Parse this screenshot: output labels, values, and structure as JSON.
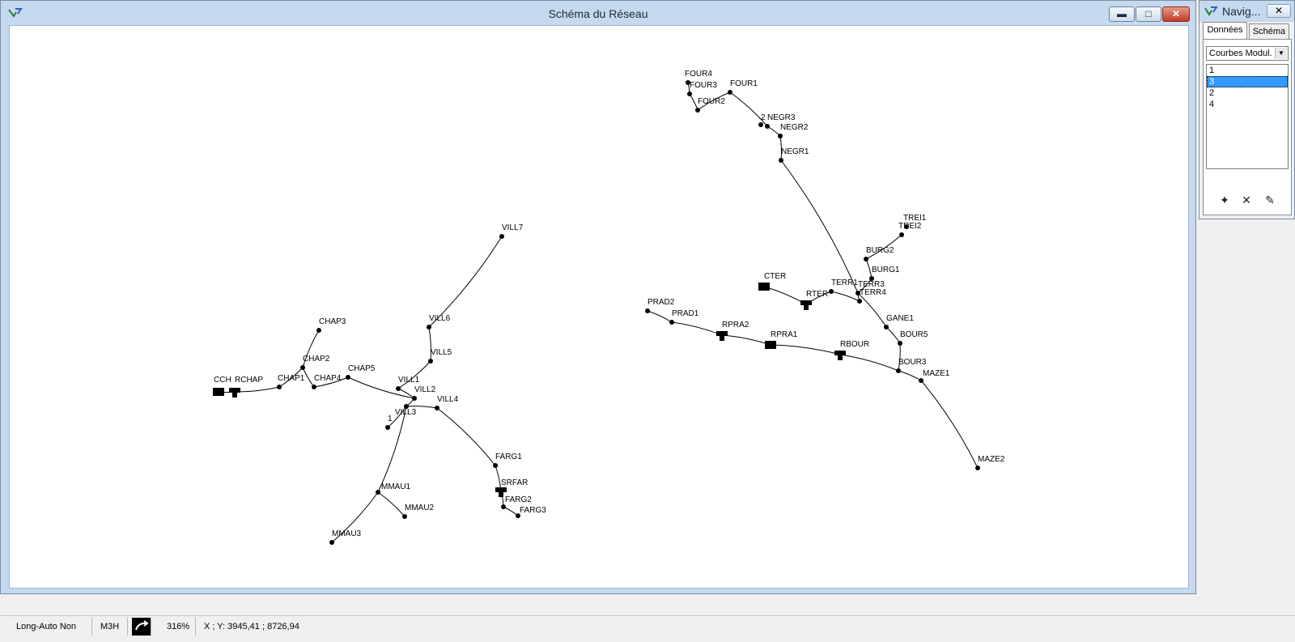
{
  "window": {
    "title": "Schéma du Réseau"
  },
  "navigator": {
    "title": "Navig...",
    "tabs": [
      "Données",
      "Schéma"
    ],
    "combo_value": "Courbes Modul.",
    "list_items": [
      "1",
      "3",
      "2",
      "4"
    ],
    "selected_item": "3",
    "tool_icons": [
      "add-icon",
      "delete-icon",
      "edit-icon"
    ]
  },
  "status_bar": {
    "mode": "Long-Auto  Non",
    "unit": "M3H",
    "zoom": "316%",
    "coords": "X ; Y: 3945,41 ;  8726,94"
  },
  "network": {
    "nodes": [
      {
        "id": "VILL7"
      },
      {
        "id": "VILL6"
      },
      {
        "id": "VILL5"
      },
      {
        "id": "VILL1"
      },
      {
        "id": "VILL2"
      },
      {
        "id": "VILL3"
      },
      {
        "id": "VILL4"
      },
      {
        "id": "CHAP3"
      },
      {
        "id": "CHAP2"
      },
      {
        "id": "CHAP1"
      },
      {
        "id": "CHAP4"
      },
      {
        "id": "CHAP5"
      },
      {
        "id": "CCH"
      },
      {
        "id": "RCHAP"
      },
      {
        "id": "1"
      },
      {
        "id": "MMAU1"
      },
      {
        "id": "MMAU2"
      },
      {
        "id": "MMAU3"
      },
      {
        "id": "FARG1"
      },
      {
        "id": "SRFAR"
      },
      {
        "id": "FARG2"
      },
      {
        "id": "FARG3"
      },
      {
        "id": "FOUR4"
      },
      {
        "id": "FOUR3"
      },
      {
        "id": "FOUR2"
      },
      {
        "id": "FOUR1"
      },
      {
        "id": "2"
      },
      {
        "id": "NEGR3"
      },
      {
        "id": "NEGR2"
      },
      {
        "id": "NEGR1"
      },
      {
        "id": "TREI1"
      },
      {
        "id": "TREI2"
      },
      {
        "id": "BURG2"
      },
      {
        "id": "BURG1"
      },
      {
        "id": "CTER"
      },
      {
        "id": "RTER"
      },
      {
        "id": "TERR1"
      },
      {
        "id": "TERR3"
      },
      {
        "id": "TERR4"
      },
      {
        "id": "PRAD2"
      },
      {
        "id": "PRAD1"
      },
      {
        "id": "RPRA2"
      },
      {
        "id": "RPRA1"
      },
      {
        "id": "RBOUR"
      },
      {
        "id": "GANE1"
      },
      {
        "id": "BOUR5"
      },
      {
        "id": "BOUR3"
      },
      {
        "id": "MAZE1"
      },
      {
        "id": "MAZE2"
      }
    ],
    "links": [
      [
        "VILL7",
        "VILL6"
      ],
      [
        "VILL6",
        "VILL5"
      ],
      [
        "VILL5",
        "VILL1"
      ],
      [
        "VILL1",
        "VILL2"
      ],
      [
        "VILL2",
        "VILL3"
      ],
      [
        "VILL3",
        "VILL4"
      ],
      [
        "VILL4",
        "FARG1"
      ],
      [
        "FARG1",
        "SRFAR"
      ],
      [
        "SRFAR",
        "FARG2"
      ],
      [
        "FARG2",
        "FARG3"
      ],
      [
        "VILL2",
        "CHAP5"
      ],
      [
        "CHAP5",
        "CHAP4"
      ],
      [
        "CHAP4",
        "CHAP2"
      ],
      [
        "CHAP2",
        "CHAP3"
      ],
      [
        "CHAP2",
        "CHAP1"
      ],
      [
        "CHAP1",
        "RCHAP"
      ],
      [
        "RCHAP",
        "CCH"
      ],
      [
        "VILL3",
        "1"
      ],
      [
        "VILL3",
        "MMAU1"
      ],
      [
        "MMAU1",
        "MMAU2"
      ],
      [
        "MMAU1",
        "MMAU3"
      ],
      [
        "FOUR4",
        "FOUR3"
      ],
      [
        "FOUR3",
        "FOUR2"
      ],
      [
        "FOUR2",
        "FOUR1"
      ],
      [
        "FOUR1",
        "NEGR3"
      ],
      [
        "NEGR3",
        "NEGR2"
      ],
      [
        "NEGR2",
        "NEGR1"
      ],
      [
        "NEGR1",
        "TERR3"
      ],
      [
        "TREI2",
        "BURG2"
      ],
      [
        "BURG2",
        "BURG1"
      ],
      [
        "BURG1",
        "TERR3"
      ],
      [
        "CTER",
        "RTER"
      ],
      [
        "RTER",
        "TERR1"
      ],
      [
        "TERR1",
        "TERR4"
      ],
      [
        "TERR4",
        "TERR3"
      ],
      [
        "TERR3",
        "GANE1"
      ],
      [
        "GANE1",
        "BOUR5"
      ],
      [
        "BOUR5",
        "BOUR3"
      ],
      [
        "PRAD2",
        "PRAD1"
      ],
      [
        "PRAD1",
        "RPRA2"
      ],
      [
        "RPRA2",
        "RPRA1"
      ],
      [
        "RPRA1",
        "RBOUR"
      ],
      [
        "RBOUR",
        "BOUR3"
      ],
      [
        "BOUR3",
        "MAZE1"
      ],
      [
        "MAZE1",
        "MAZE2"
      ]
    ]
  }
}
